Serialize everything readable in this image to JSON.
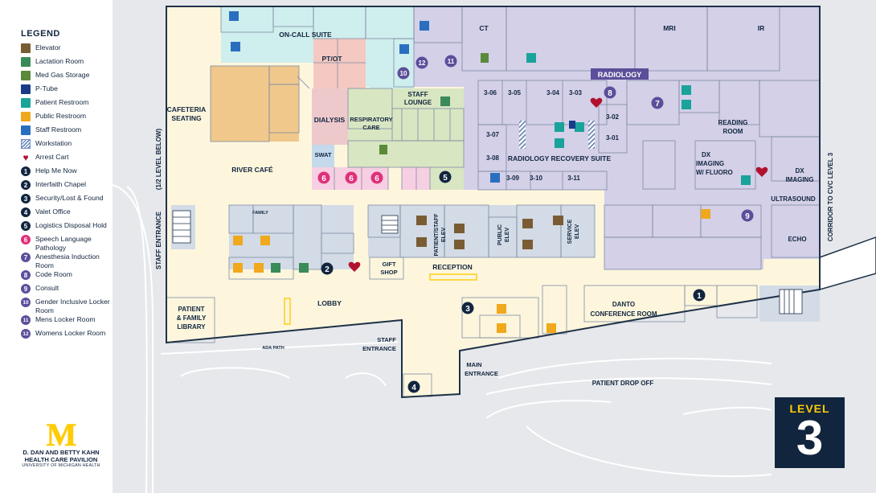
{
  "legend": {
    "title": "LEGEND",
    "items": [
      {
        "label": "Elevator",
        "icon": "elevator-icon",
        "color": "#7a5c34",
        "kind": "sq"
      },
      {
        "label": "Lactation Room",
        "icon": "lactation-icon",
        "color": "#3a8a5a",
        "kind": "sq"
      },
      {
        "label": "Med Gas Storage",
        "icon": "med-gas-icon",
        "color": "#5a8a3a",
        "kind": "sq"
      },
      {
        "label": "P-Tube",
        "icon": "p-tube-icon",
        "color": "#1a3a8a",
        "kind": "sq"
      },
      {
        "label": "Patient Restroom",
        "icon": "patient-restroom-icon",
        "color": "#1aa39a",
        "kind": "sq"
      },
      {
        "label": "Public Restroom",
        "icon": "public-restroom-icon",
        "color": "#f0a81c",
        "kind": "sq"
      },
      {
        "label": "Staff Restroom",
        "icon": "staff-restroom-icon",
        "color": "#2a6fbf",
        "kind": "sq"
      },
      {
        "label": "Workstation",
        "icon": "workstation-icon",
        "color": "#6f8fbf",
        "kind": "hatch"
      },
      {
        "label": "Arrest Cart",
        "icon": "heart-icon",
        "color": "#b2102f",
        "kind": "heart"
      },
      {
        "label": "Help Me Now",
        "num": "1",
        "color": "#12253f",
        "kind": "circle"
      },
      {
        "label": "Interfaith Chapel",
        "num": "2",
        "color": "#12253f",
        "kind": "circle"
      },
      {
        "label": "Security/Lost & Found",
        "num": "3",
        "color": "#12253f",
        "kind": "circle"
      },
      {
        "label": "Valet Office",
        "num": "4",
        "color": "#12253f",
        "kind": "circle"
      },
      {
        "label": "Logistics Disposal Hold",
        "num": "5",
        "color": "#12253f",
        "kind": "circle"
      },
      {
        "label": "Speech Language Pathology",
        "num": "6",
        "color": "#e0317a",
        "kind": "circle"
      },
      {
        "label": "Anesthesia Induction Room",
        "num": "7",
        "color": "#5c4e9a",
        "kind": "circle"
      },
      {
        "label": "Code Room",
        "num": "8",
        "color": "#5c4e9a",
        "kind": "circle"
      },
      {
        "label": "Consult",
        "num": "9",
        "color": "#5c4e9a",
        "kind": "circle"
      },
      {
        "label": "Gender Inclusive Locker Room",
        "num": "10",
        "color": "#5c4e9a",
        "kind": "circle"
      },
      {
        "label": "Mens Locker Room",
        "num": "11",
        "color": "#5c4e9a",
        "kind": "circle"
      },
      {
        "label": "Womens Locker Room",
        "num": "12",
        "color": "#5c4e9a",
        "kind": "circle"
      }
    ]
  },
  "brand": {
    "logo": "M",
    "line1": "D. DAN AND BETTY KAHN",
    "line2": "HEALTH CARE PAVILION",
    "line3": "UNIVERSITY OF MICHIGAN HEALTH"
  },
  "level": {
    "word": "LEVEL",
    "number": "3"
  },
  "colors": {
    "radiology": "#d3d0e8",
    "oncall": "#cfeeee",
    "cafe": "#f0c88c",
    "lobby": "#fdf6dd",
    "dialysis": "#eec9cb",
    "respiratory": "#d8e6c2",
    "ptot": "#f4c9c1",
    "swat": "#c5d9ec",
    "service": "#d2dbe6",
    "navy": "#12253f",
    "outline": "#1f3148",
    "ground": "#e6e8eb",
    "maize": "#ffcb05"
  },
  "labels": {
    "on_call_suite": "ON-CALL SUITE",
    "pt_ot": "PT/OT",
    "ct": "CT",
    "mri": "MRI",
    "ir": "IR",
    "radiology": "RADIOLOGY",
    "staff_lounge_1": "STAFF",
    "staff_lounge_2": "LOUNGE",
    "cafeteria_1": "CAFETERIA",
    "cafeteria_2": "SEATING",
    "dialysis": "DIALYSIS",
    "respiratory_1": "RESPIRATORY",
    "respiratory_2": "CARE",
    "swat": "SWAT",
    "river_cafe": "RIVER CAFÉ",
    "radiology_recovery_suite": "RADIOLOGY RECOVERY SUITE",
    "reading_room_1": "READING",
    "reading_room_2": "ROOM",
    "dx_fluoro_1": "DX",
    "dx_fluoro_2": "IMAGING",
    "dx_fluoro_3": "W/ FLUORO",
    "dx_imaging_1": "DX",
    "dx_imaging_2": "IMAGING",
    "ultrasound": "ULTRASOUND",
    "echo": "ECHO",
    "family": "FAMILY",
    "patient_staff_elev_1": "PATIENT/STAFF",
    "patient_staff_elev_2": "ELEV",
    "public_elev_1": "PUBLIC",
    "public_elev_2": "ELEV",
    "service_elev_1": "SERVICE",
    "service_elev_2": "ELEV",
    "gift_shop_1": "GIFT",
    "gift_shop_2": "SHOP",
    "reception": "RECEPTION",
    "lobby": "LOBBY",
    "patient_library_1": "PATIENT",
    "patient_library_2": "& FAMILY",
    "patient_library_3": "LIBRARY",
    "staff_entrance_west": "STAFF ENTRANCE",
    "half_level_below": "(1/2 LEVEL BELOW)",
    "staff_entrance_south_1": "STAFF",
    "staff_entrance_south_2": "ENTRANCE",
    "main_entrance_1": "MAIN",
    "main_entrance_2": "ENTRANCE",
    "danto_1": "DANTO",
    "danto_2": "CONFERENCE ROOM",
    "patient_drop_off": "PATIENT DROP OFF",
    "ada_path": "ADA PATH",
    "corridor": "CORRIDOR TO CVC LEVEL 3"
  },
  "rooms": [
    "3-06",
    "3-05",
    "3-04",
    "3-03",
    "3-02",
    "3-01",
    "3-07",
    "3-08",
    "3-09",
    "3-10",
    "3-11"
  ]
}
